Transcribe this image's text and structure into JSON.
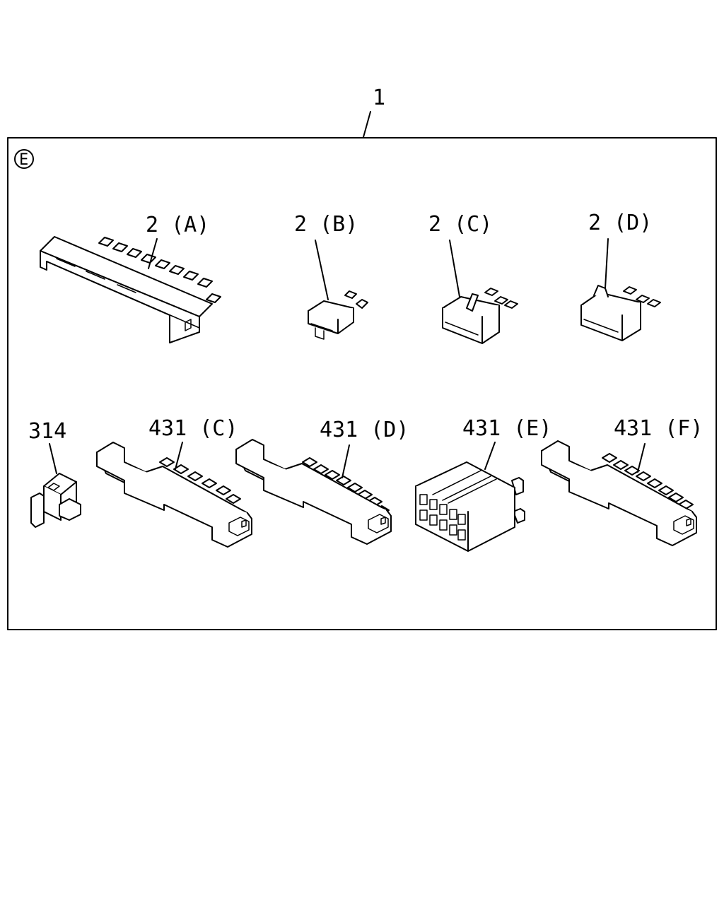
{
  "diagram": {
    "assembly_ref": "1",
    "section_marker": "E",
    "callouts": {
      "p2a": "2 (A)",
      "p2b": "2 (B)",
      "p2c": "2 (C)",
      "p2d": "2 (D)",
      "p314": "314",
      "p431c": "431 (C)",
      "p431d": "431 (D)",
      "p431e": "431 (E)",
      "p431f": "431 (F)"
    }
  }
}
